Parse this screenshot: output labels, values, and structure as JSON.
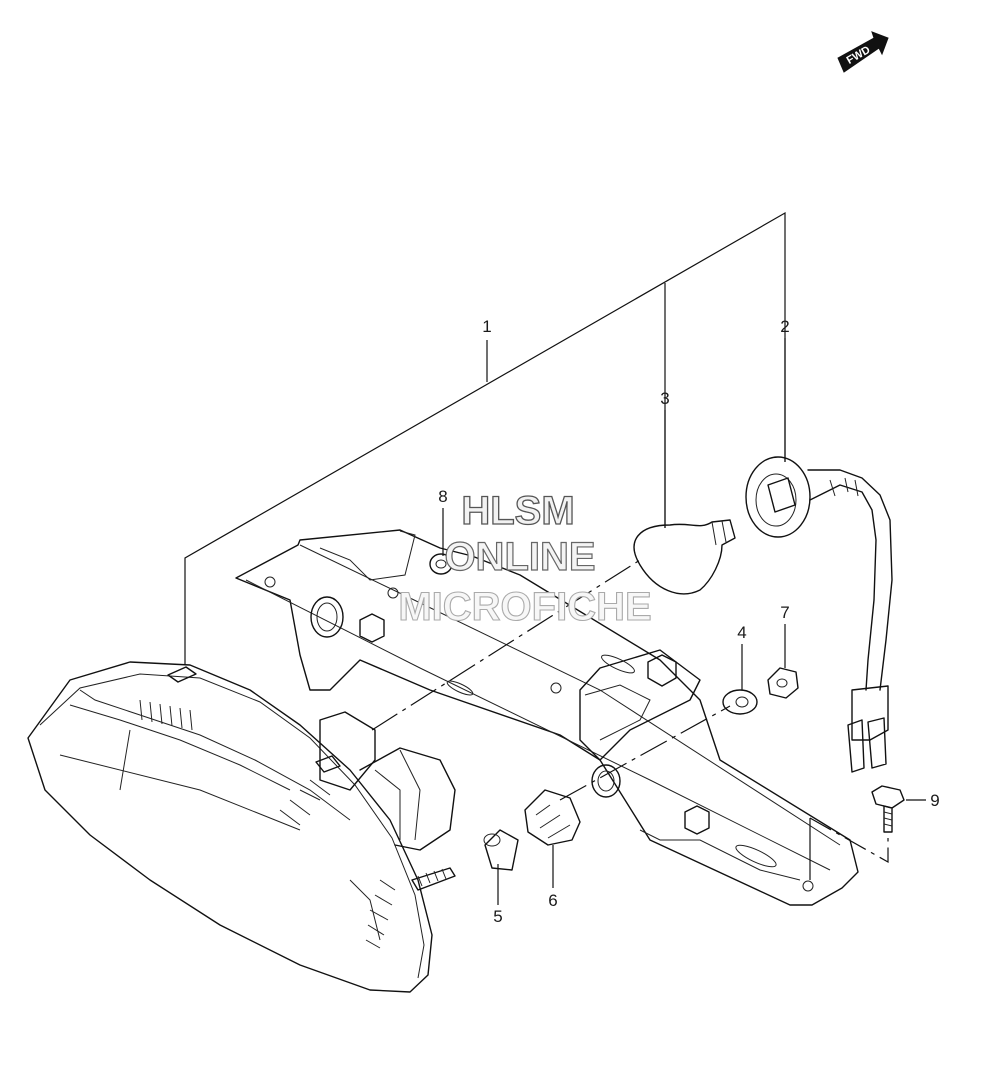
{
  "direction_badge": {
    "label": "FWD",
    "icon": "forward-arrow-icon"
  },
  "callouts": [
    {
      "id": "1",
      "label": "1"
    },
    {
      "id": "2",
      "label": "2"
    },
    {
      "id": "3",
      "label": "3"
    },
    {
      "id": "4",
      "label": "4"
    },
    {
      "id": "5",
      "label": "5"
    },
    {
      "id": "6",
      "label": "6"
    },
    {
      "id": "7",
      "label": "7"
    },
    {
      "id": "8",
      "label": "8"
    },
    {
      "id": "9",
      "label": "9"
    }
  ],
  "watermark": {
    "line1": "HLSM",
    "line2": "ONLINE",
    "line3": "MICROFICHE"
  },
  "colors": {
    "ink": "#111111",
    "background": "#ffffff",
    "watermark_fill": "#f2f2f2",
    "watermark_stroke": "#555555"
  }
}
